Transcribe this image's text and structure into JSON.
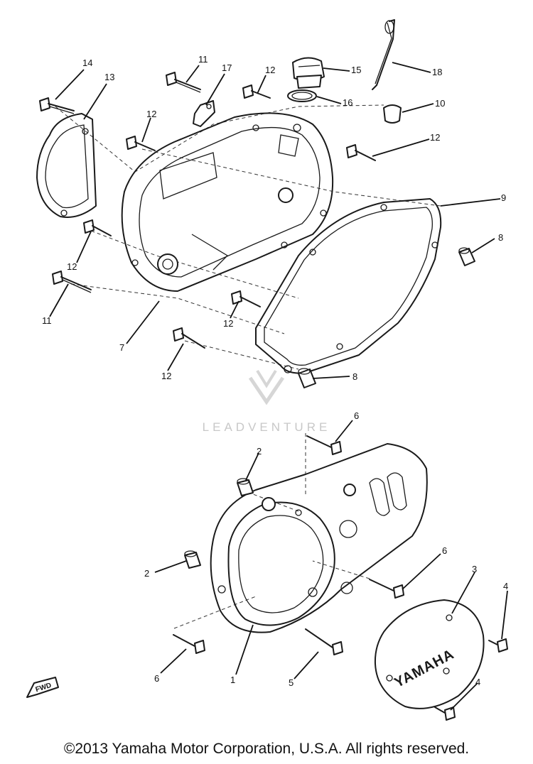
{
  "watermark": {
    "text": "LEADVENTURE"
  },
  "copyright": "©2013 Yamaha Motor Corporation, U.S.A. All rights reserved.",
  "cover_logo": "YAMAHA",
  "direction_mark": "FWD",
  "callouts": {
    "c1": "1",
    "c2a": "2",
    "c2b": "2",
    "c3": "3",
    "c4a": "4",
    "c4b": "4",
    "c5": "5",
    "c6a": "6",
    "c6b": "6",
    "c6c": "6",
    "c7": "7",
    "c8a": "8",
    "c8b": "8",
    "c9": "9",
    "c10": "10",
    "c11a": "11",
    "c11b": "11",
    "c12a": "12",
    "c12b": "12",
    "c12c": "12",
    "c12d": "12",
    "c12e": "12",
    "c12f": "12",
    "c13": "13",
    "c14": "14",
    "c15": "15",
    "c16": "16",
    "c17": "17",
    "c18": "18"
  }
}
